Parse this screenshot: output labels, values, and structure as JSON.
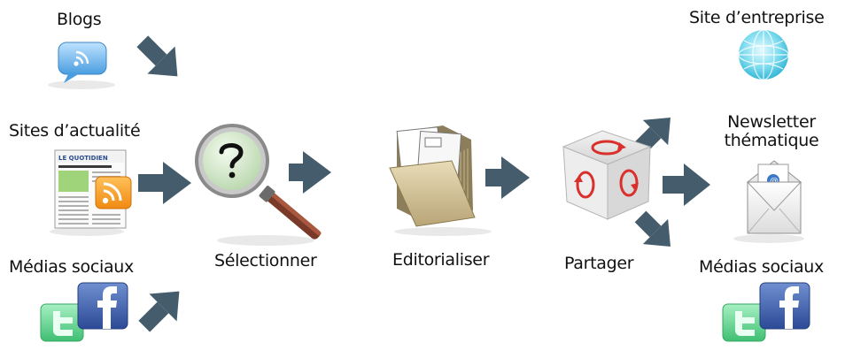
{
  "sources": {
    "blogs": "Blogs",
    "news_sites": "Sites d’actualité",
    "social_media": "Médias sociaux"
  },
  "steps": {
    "select": "Sélectionner",
    "editorialize": "Editorialiser",
    "share": "Partager"
  },
  "destinations": {
    "company_site": "Site d’entreprise",
    "newsletter": "Newsletter\nthématique",
    "social_media": "Médias sociaux"
  },
  "newspaper_masthead": "LE QUOTIDIEN",
  "icons": [
    "speech-bubble-icon",
    "newspaper-icon",
    "rss-icon",
    "twitter-icon",
    "facebook-icon",
    "magnifier-icon",
    "folder-icon",
    "share-cube-icon",
    "globe-icon",
    "envelope-icon"
  ],
  "colors": {
    "arrow": "#455c6c",
    "rss": "#f7941d",
    "facebook": "#3b5998",
    "twitter": "#5ecf87",
    "cube_arrows": "#d9302c"
  }
}
